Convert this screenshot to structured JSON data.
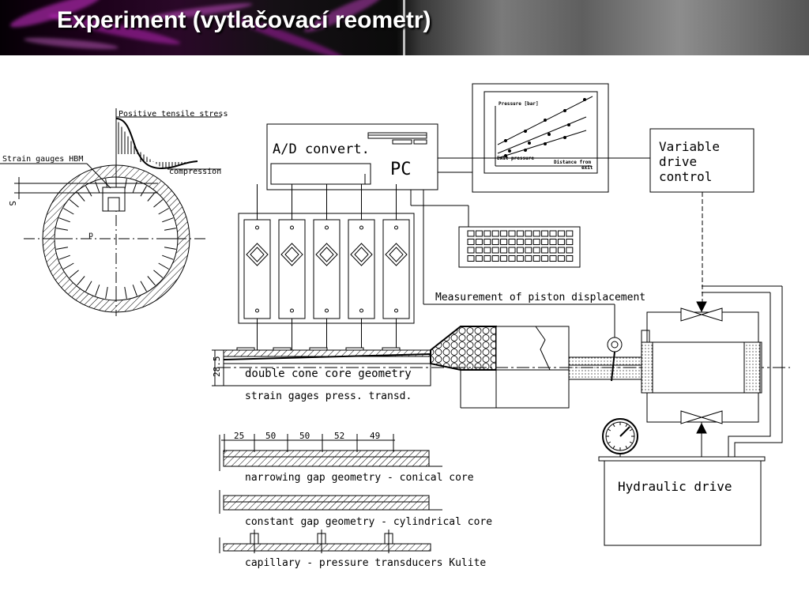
{
  "slide": {
    "title": "Experiment (vytlačovací reometr)"
  },
  "cross_section": {
    "stress_label": "Positive tensile stress",
    "gauges_label": "Strain gauges HBM",
    "compression_label": "compression",
    "s_label": "S",
    "p_label": "p"
  },
  "acquisition": {
    "adc_label": "A/D convert.",
    "pc_label": "PC"
  },
  "graph": {
    "ylabel": "Pressure [bar]",
    "legend": "Exit pressure",
    "xlabel_1": "Distance from",
    "xlabel_2": "exit"
  },
  "drive_control": {
    "line1": "Variable",
    "line2": "drive",
    "line3": "control"
  },
  "piston": {
    "label": "Measurement of piston displacement"
  },
  "die": {
    "dimension": "28.5",
    "geometry_label": "double cone core geometry",
    "sensors_label": "strain gages press. transd."
  },
  "narrowing": {
    "dims": [
      "25",
      "50",
      "50",
      "52",
      "49"
    ],
    "label": "narrowing gap geometry - conical core"
  },
  "constant": {
    "label": "constant gap geometry - cylindrical core"
  },
  "capillary": {
    "label": "capillary - pressure transducers Kulite"
  },
  "hydraulic": {
    "label": "Hydraulic drive"
  },
  "colors": {
    "header_dark": "#0a0a0a",
    "header_magenta": "#d633d6",
    "line": "#000000"
  }
}
